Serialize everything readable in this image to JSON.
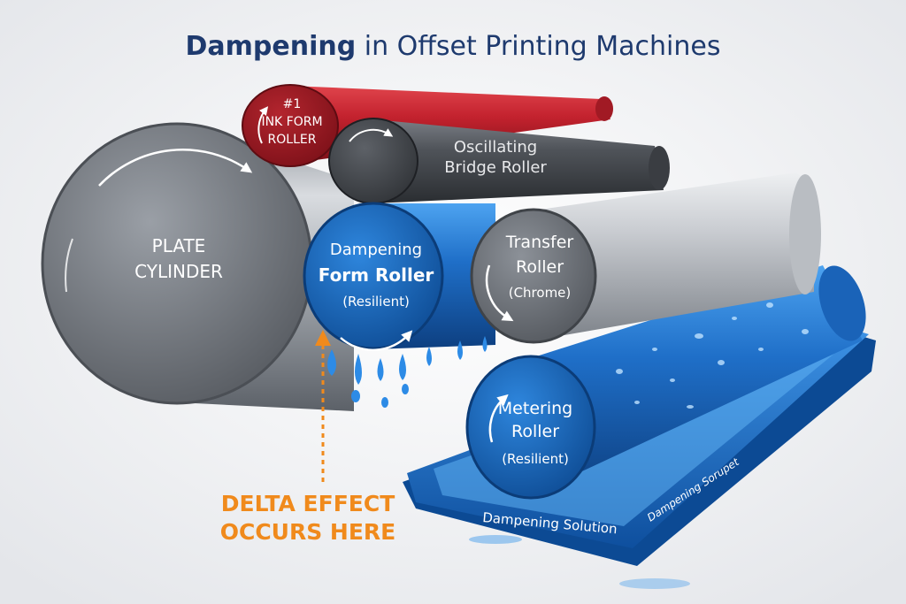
{
  "title": {
    "bold": "Dampening",
    "rest": " in Offset Printing Machines"
  },
  "rollers": {
    "plate": {
      "line1": "PLATE",
      "line2": "CYLINDER"
    },
    "ink_form": {
      "line1": "#1",
      "line2": "INK FORM",
      "line3": "ROLLER"
    },
    "bridge": {
      "line1": "Oscillating",
      "line2": "Bridge Roller"
    },
    "dampening_form": {
      "line1": "Dampening",
      "line2": "Form Roller",
      "line3": "(Resilient)"
    },
    "transfer": {
      "line1": "Transfer",
      "line2": "Roller",
      "line3": "(Chrome)"
    },
    "metering": {
      "line1": "Metering",
      "line2": "Roller",
      "line3": "(Resilient)"
    }
  },
  "pan": {
    "front_label": "Dampening Solution",
    "side_label": "Dampening Sorupet"
  },
  "callout": {
    "line1": "DELTA EFFECT",
    "line2": "OCCURS HERE"
  },
  "colors": {
    "title": "#1e3a6e",
    "callout": "#f08a1c",
    "ink_roller": "#c3222e",
    "water_blue": "#1f6fc8"
  }
}
